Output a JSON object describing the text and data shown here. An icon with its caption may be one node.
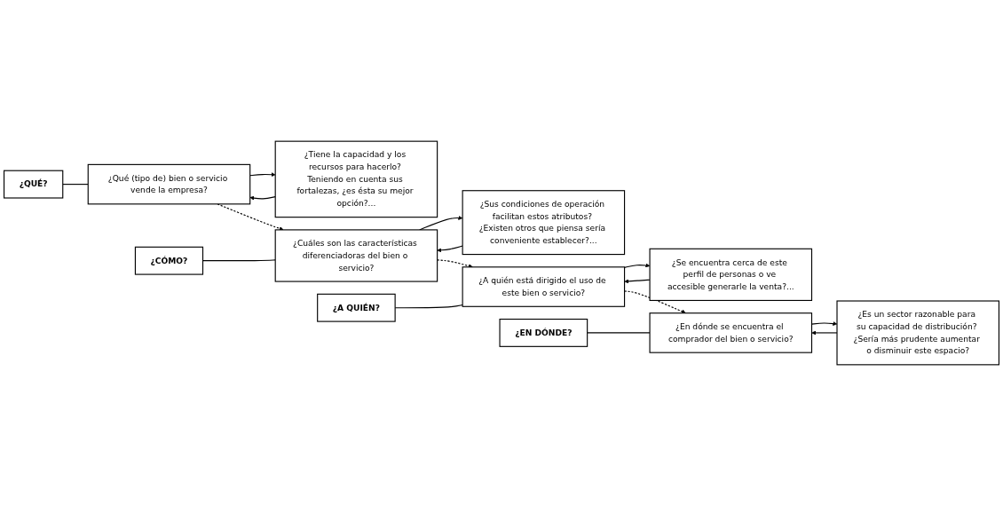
{
  "diagram": {
    "nodes": [
      {
        "text": [
          "¿QUÉ?"
        ]
      },
      {
        "text": [
          "¿Qué (tipo de) bien o servicio vende la empresa?"
        ]
      },
      {
        "text": [
          "¿Tiene la capacidad y los recursos para hacerlo? Teniendo en cuenta sus fortalezas, ¿es ésta su mejor opción?..."
        ]
      },
      {
        "text": [
          "¿CÓMO?"
        ]
      },
      {
        "text": [
          "¿Cuáles son las características diferenciadoras del bien o servicio?"
        ]
      },
      {
        "text": [
          "¿Sus condiciones de operación facilitan estos atributos? ¿Existen otros que piensa sería conveniente establecer?..."
        ]
      },
      {
        "text": [
          "¿A QUIÉN?"
        ]
      },
      {
        "text": [
          "¿A quién está dirigido el uso de este bien o servicio?"
        ]
      },
      {
        "text": [
          "¿Se encuentra cerca de este perfil de personas o ve accesible generarle la venta?..."
        ]
      },
      {
        "text": [
          "¿EN DÓNDE?"
        ]
      },
      {
        "text": [
          "¿En dónde se encuentra el comprador del bien o servicio?"
        ]
      },
      {
        "text": [
          "¿Es un sector razonable para su capacidad de distribución? ¿Sería más prudente aumentar o disminuir este espacio?"
        ]
      }
    ],
    "edges": [
      {
        "from": 0,
        "to": 1,
        "arrow": "none"
      },
      {
        "from": 2,
        "to": 1,
        "arrow": "to"
      },
      {
        "from": 1,
        "to": 2,
        "arrow": "to"
      },
      {
        "from": 1,
        "to": 4,
        "arrow": "to",
        "style": "dashed"
      },
      {
        "from": 3,
        "to": 4,
        "arrow": "none"
      },
      {
        "from": 5,
        "to": 4,
        "arrow": "to"
      },
      {
        "from": 4,
        "to": 5,
        "arrow": "to"
      },
      {
        "from": 4,
        "to": 7,
        "arrow": "to",
        "style": "dashed"
      },
      {
        "from": 6,
        "to": 7,
        "arrow": "none"
      },
      {
        "from": 8,
        "to": 7,
        "arrow": "to"
      },
      {
        "from": 7,
        "to": 8,
        "arrow": "to"
      },
      {
        "from": 7,
        "to": 10,
        "arrow": "to",
        "style": "dashed"
      },
      {
        "from": 9,
        "to": 10,
        "arrow": "none"
      },
      {
        "from": 11,
        "to": 10,
        "arrow": "to"
      },
      {
        "from": 10,
        "to": 11,
        "arrow": "to"
      }
    ]
  }
}
